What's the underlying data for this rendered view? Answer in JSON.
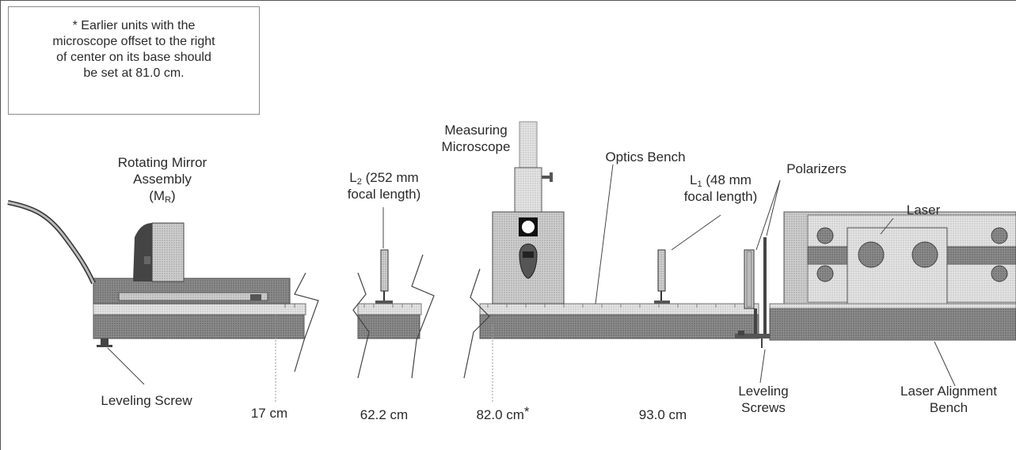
{
  "note": {
    "line1": "* Earlier units with the",
    "line2": "microscope offset to the right",
    "line3": "of center on its base should",
    "line4": "be set at 81.0 cm."
  },
  "labels": {
    "rotating_mirror_1": "Rotating Mirror",
    "rotating_mirror_2": "Assembly",
    "rotating_mirror_3_main": "(M",
    "rotating_mirror_3_sub": "R",
    "rotating_mirror_3_end": ")",
    "l2_main": "L",
    "l2_sub": "2",
    "l2_rest": " (252 mm",
    "l2_line2": "focal length)",
    "microscope_1": "Measuring",
    "microscope_2": "Microscope",
    "optics_bench": "Optics Bench",
    "l1_main": "L",
    "l1_sub": "1",
    "l1_rest": " (48 mm",
    "l1_line2": "focal length)",
    "polarizers": "Polarizers",
    "laser": "Laser",
    "leveling_screw": "Leveling Screw",
    "leveling_screws_1": "Leveling",
    "leveling_screws_2": "Screws",
    "laser_bench_1": "Laser Alignment",
    "laser_bench_2": "Bench"
  },
  "positions": {
    "p17": "17 cm",
    "p622": "62.2 cm",
    "p820": "82.0 cm",
    "p820_star": "*",
    "p930": "93.0 cm"
  }
}
